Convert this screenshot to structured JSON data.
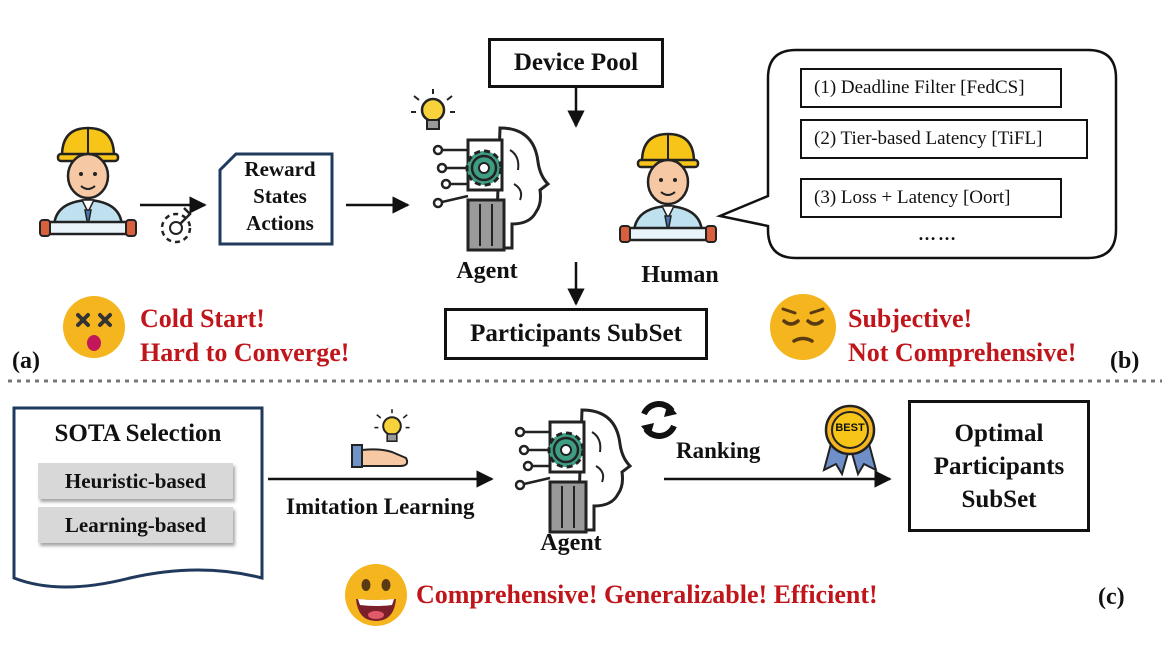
{
  "panel_a": {
    "reward_box": [
      "Reward",
      "States",
      "Actions"
    ],
    "agent_label": "Agent",
    "warning_line1": "Cold Start!",
    "warning_line2": "Hard to Converge!",
    "panel_label": "(a)"
  },
  "center": {
    "device_pool": "Device Pool",
    "participants_subset": "Participants SubSet",
    "human_label": "Human"
  },
  "panel_b": {
    "items": [
      "(1)  Deadline Filter [FedCS]",
      "(2)  Tier-based Latency [TiFL]",
      "(3)  Loss + Latency [Oort]"
    ],
    "ellipsis": "……",
    "warning_line1": "Subjective!",
    "warning_line2": "Not Comprehensive!",
    "panel_label": "(b)"
  },
  "panel_c": {
    "sota_title": "SOTA Selection",
    "sota_options": [
      "Heuristic-based",
      "Learning-based"
    ],
    "imitation_label": "Imitation Learning",
    "agent_label": "Agent",
    "ranking_label": "Ranking",
    "best_badge": "BEST",
    "optimal_box": [
      "Optimal",
      "Participants",
      "SubSet"
    ],
    "slogan": "Comprehensive! Generalizable! Efficient!",
    "panel_label": "(c)"
  },
  "colors": {
    "warning": "#c0161b",
    "emoji": "#f5b51f",
    "helmet": "#f7c518",
    "shirt": "#bfe0ef"
  }
}
